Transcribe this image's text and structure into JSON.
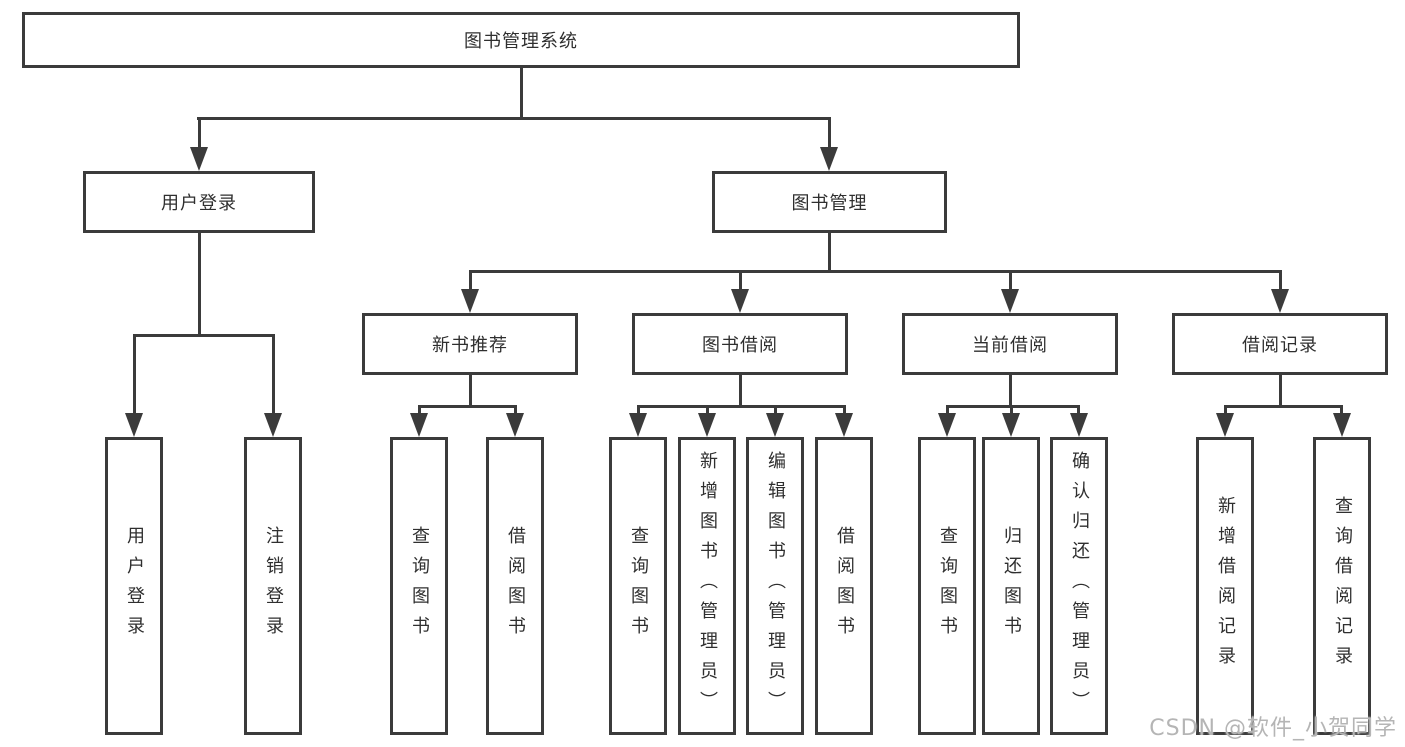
{
  "tree": {
    "label": "图书管理系统",
    "children": [
      {
        "label": "用户登录",
        "children": [
          {
            "label": "用户登录"
          },
          {
            "label": "注销登录"
          }
        ]
      },
      {
        "label": "图书管理",
        "children": [
          {
            "label": "新书推荐",
            "children": [
              {
                "label": "查询图书"
              },
              {
                "label": "借阅图书"
              }
            ]
          },
          {
            "label": "图书借阅",
            "children": [
              {
                "label": "查询图书"
              },
              {
                "label": "新增图书（管理员）"
              },
              {
                "label": "编辑图书（管理员）"
              },
              {
                "label": "借阅图书"
              }
            ]
          },
          {
            "label": "当前借阅",
            "children": [
              {
                "label": "查询图书"
              },
              {
                "label": "归还图书"
              },
              {
                "label": "确认归还（管理员）"
              }
            ]
          },
          {
            "label": "借阅记录",
            "children": [
              {
                "label": "新增借阅记录"
              },
              {
                "label": "查询借阅记录"
              }
            ]
          }
        ]
      }
    ]
  },
  "watermark": {
    "text": "CSDN @软件_小贺同学"
  },
  "colors": {
    "line": "#3b3b3b",
    "box_border": "#3b3b3b",
    "text": "#2f2f2f",
    "background": "#ffffff",
    "watermark": "#b5b5b5"
  }
}
